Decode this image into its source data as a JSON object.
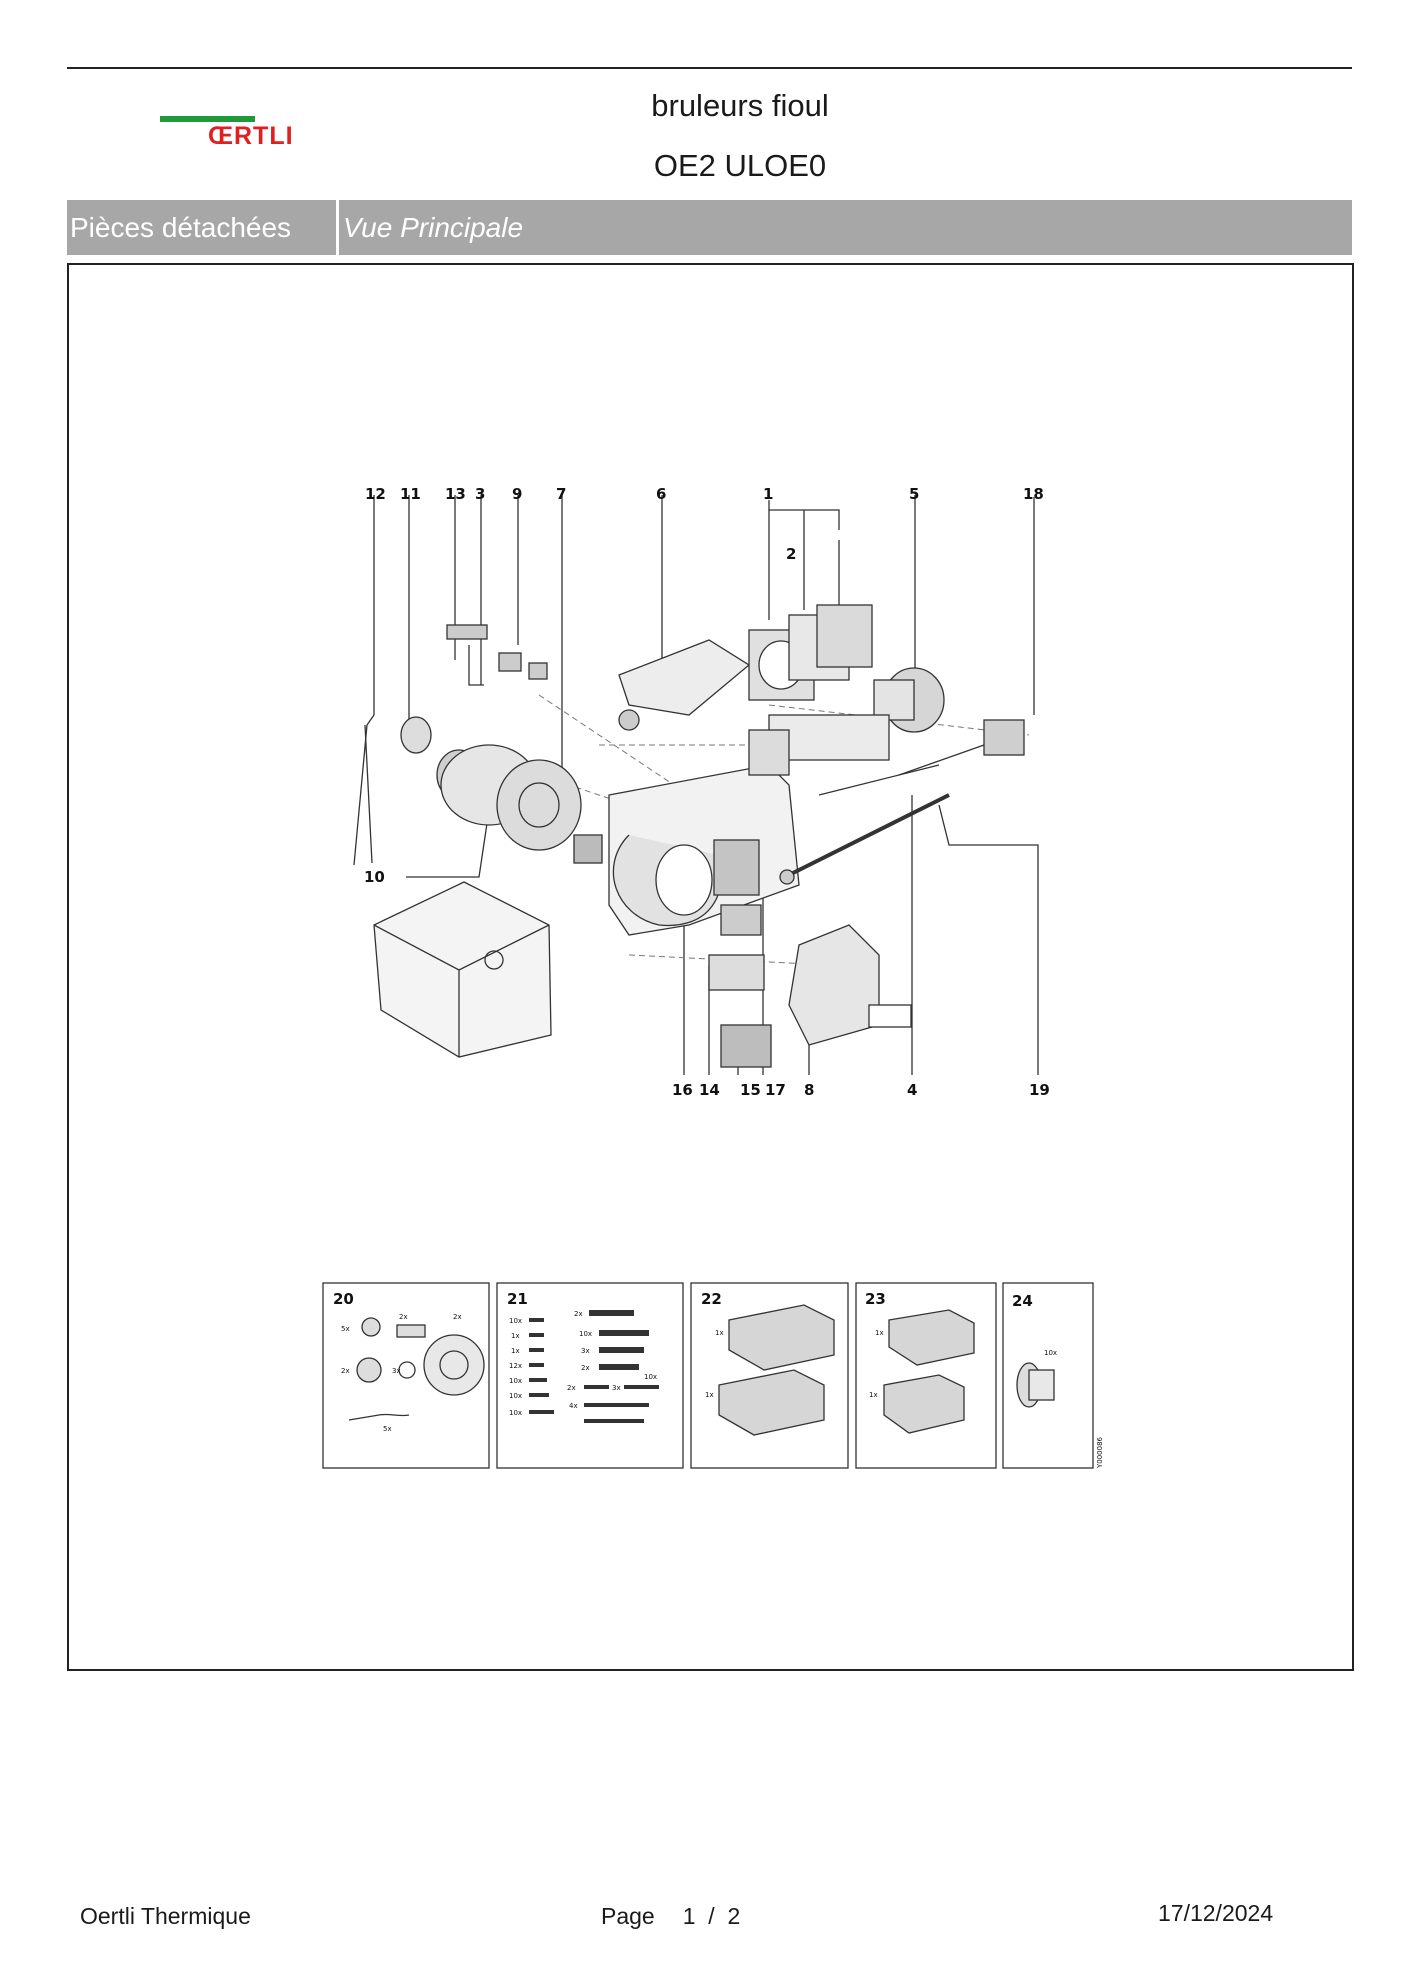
{
  "header": {
    "logo_text": "ŒRTLI",
    "title_line1": "bruleurs fioul",
    "title_line2": "OE2 ULOE0"
  },
  "section_bar": {
    "left_label": "Pièces détachées",
    "right_label": "Vue Principale"
  },
  "diagram": {
    "callouts_top": [
      "12",
      "11",
      "13",
      "3",
      "9",
      "7",
      "6",
      "1",
      "5",
      "18"
    ],
    "callout_2": "2",
    "callout_10": "10",
    "callouts_bottom": [
      "16",
      "14",
      "15",
      "17",
      "8",
      "4",
      "19"
    ],
    "kit_labels": [
      "20",
      "21",
      "22",
      "23",
      "24"
    ],
    "kit20_qty": [
      "5x",
      "2x",
      "2x",
      "2x",
      "3x",
      "5x"
    ],
    "kit21_qty": [
      "10x",
      "1x",
      "1x",
      "12x",
      "10x",
      "10x",
      "2x",
      "10x",
      "3x",
      "2x",
      "2x",
      "3x",
      "10x",
      "4x",
      "10x"
    ],
    "kit22_qty": [
      "1x",
      "1x"
    ],
    "kit23_qty": [
      "1x",
      "1x"
    ],
    "kit24_qty": [
      "10x"
    ],
    "drawing_code": "Y000086"
  },
  "footer": {
    "company": "Oertli Thermique",
    "page_label": "Page",
    "page_current": "1",
    "page_separator": "/",
    "page_total": "2",
    "date": "17/12/2024"
  },
  "colors": {
    "logo_green": "#1f9a3a",
    "logo_red": "#e02020",
    "bar_gray": "#a7a7a7"
  }
}
